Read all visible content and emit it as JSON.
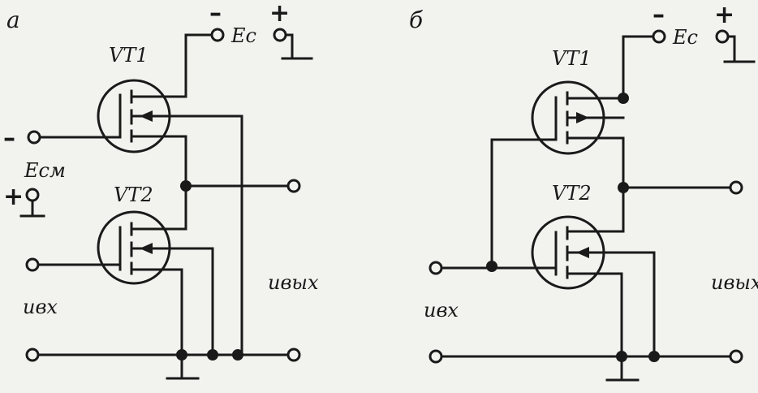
{
  "panel_a": {
    "panel_label": "а",
    "vt1_label": "VT1",
    "vt2_label": "VT2",
    "supply_minus_sign": "–",
    "supply_label": "Eс",
    "supply_plus_sign": "+",
    "bias_minus_sign": "–",
    "bias_label": "Eсм",
    "bias_plus_sign": "+",
    "input_label": "uвх",
    "output_label": "uвых"
  },
  "panel_b": {
    "panel_label": "б",
    "vt1_label": "VT1",
    "vt2_label": "VT2",
    "supply_minus_sign": "–",
    "supply_label": "Eс",
    "supply_plus_sign": "+",
    "input_label": "uвх",
    "output_label": "uвых"
  }
}
